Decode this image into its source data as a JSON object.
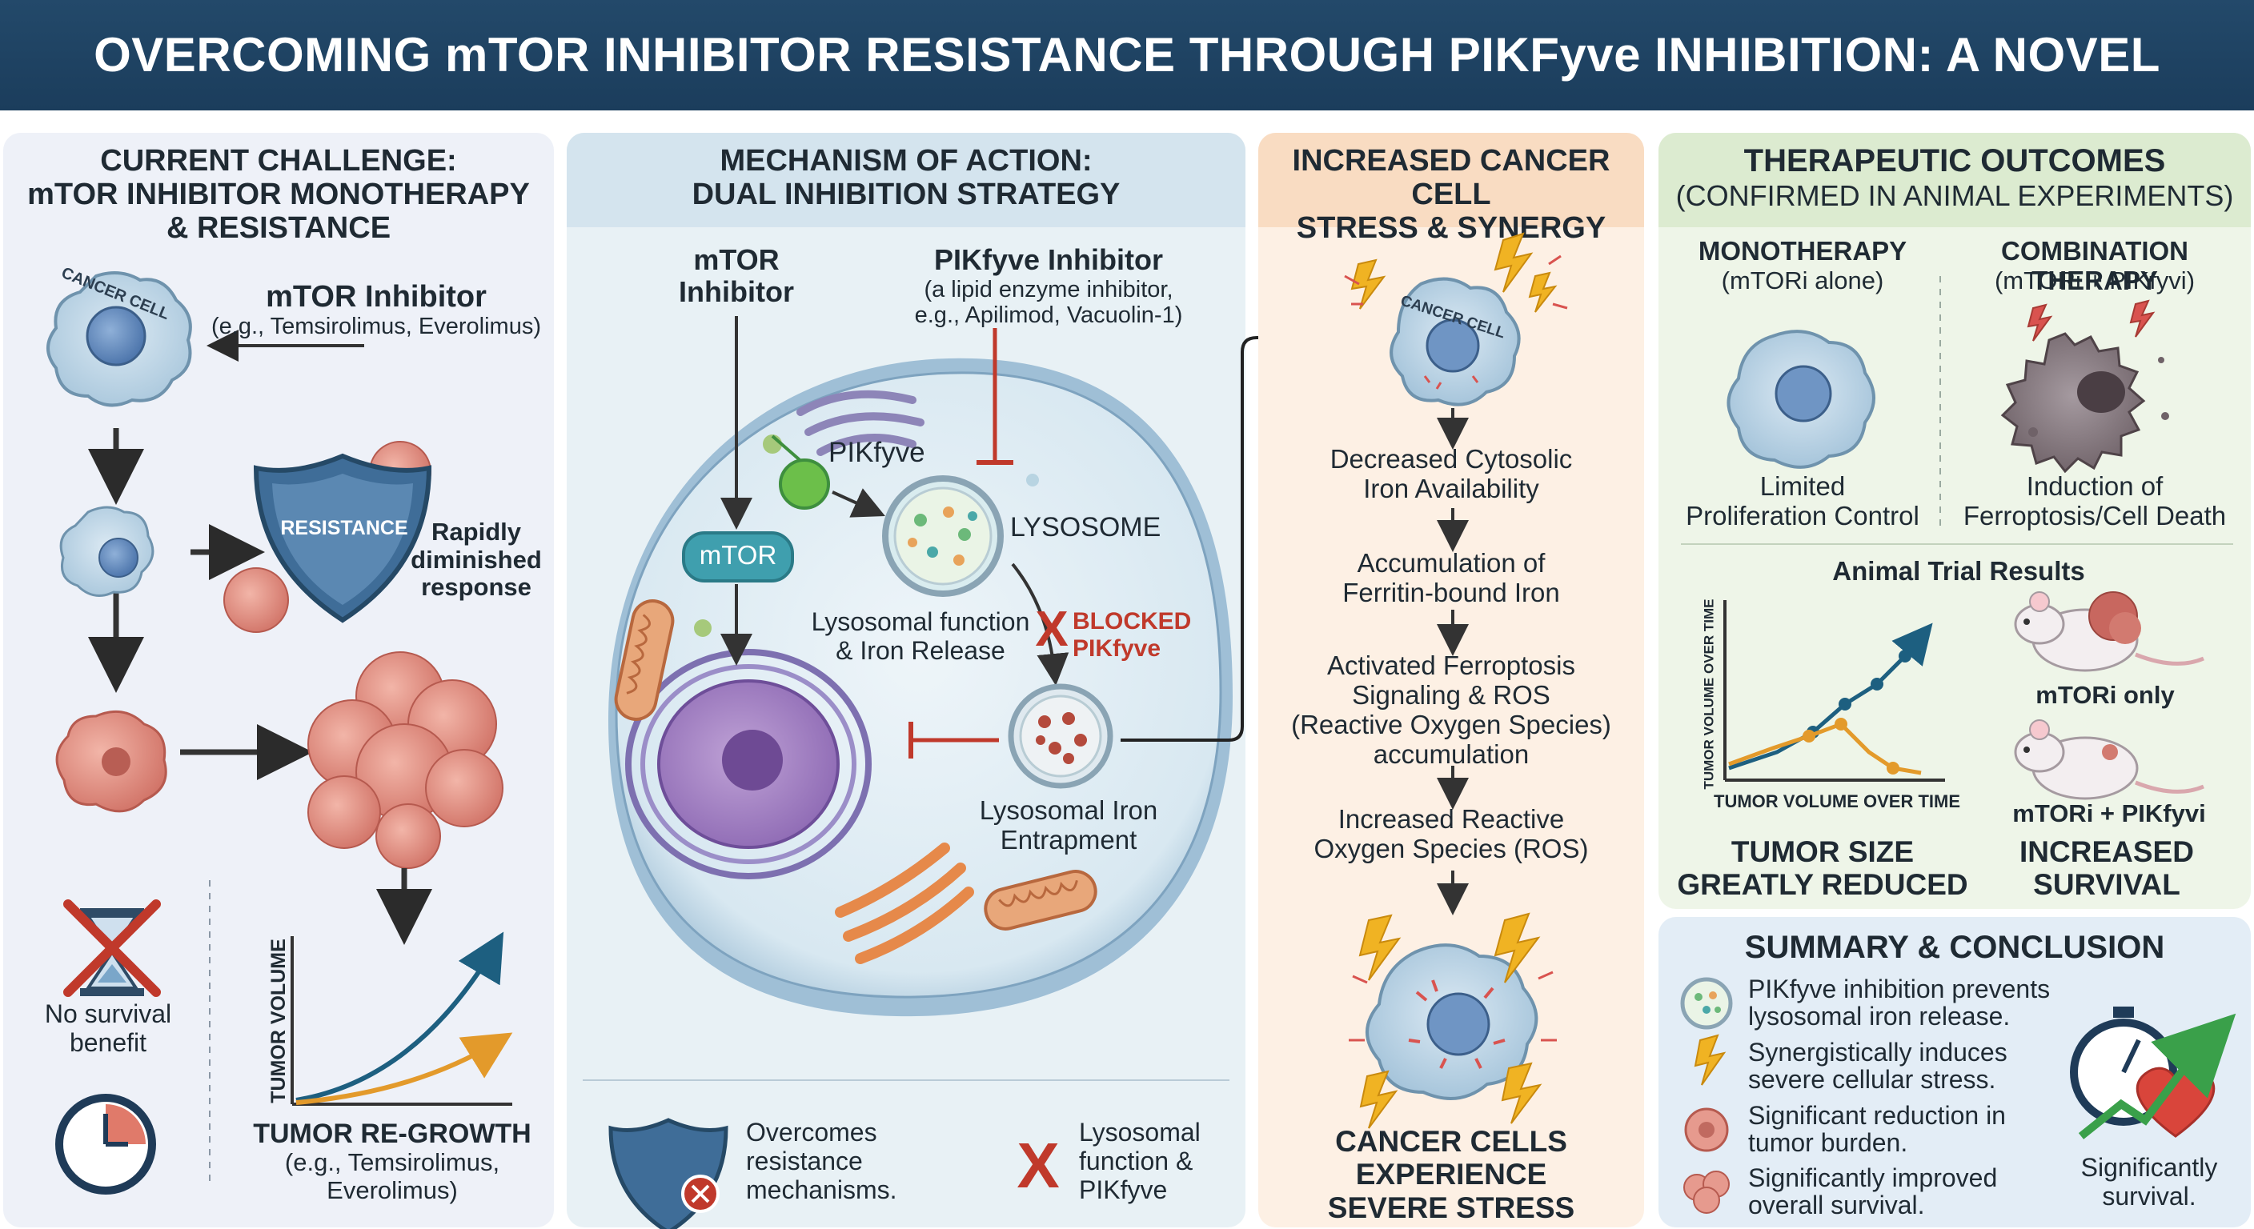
{
  "title": "OVERCOMING mTOR INHIBITOR RESISTANCE THROUGH PIKFyve INHIBITION: A NOVEL THERAPEUTIC STRATEGY",
  "colors": {
    "title_bg": "#1f4466",
    "panel1_bg": "#eef1f8",
    "panel2_bg": "#e8f1f5",
    "panel3_bg": "#fdf0e4",
    "panel4_bg": "#eef5e8",
    "panel5_bg": "#e3edf6",
    "arrow_red": "#c0392b",
    "line_blue": "#1d5f80",
    "line_orange": "#e39a2b"
  },
  "challenge": {
    "heading": [
      "CURRENT CHALLENGE:",
      "mTOR INHIBITOR MONOTHERAPY",
      "& RESISTANCE"
    ],
    "cell_label": "CANCER CELL",
    "inhibitor_name": "mTOR Inhibitor",
    "inhibitor_examples": "(e.g., Temsirolimus, Everolimus)",
    "shield_label": "RESISTANCE",
    "response_text": [
      "Rapidly",
      "diminished",
      "response"
    ],
    "no_benefit": [
      "No survival",
      "benefit"
    ],
    "chart_ylabel": "TUMOR VOLUME",
    "regrowth_title": "TUMOR RE-GROWTH",
    "regrowth_examples": [
      "(e.g., Temsirolimus,",
      "Everolimus)"
    ],
    "icons": [
      "cancer-cell-icon",
      "shield-icon",
      "hourglass-icon",
      "clock-icon"
    ]
  },
  "mechanism": {
    "heading": [
      "MECHANISM OF ACTION:",
      "DUAL INHIBITION STRATEGY"
    ],
    "mtor_inhibitor": [
      "mTOR",
      "Inhibitor"
    ],
    "pikfyve_inhibitor_title": "PIKfyve Inhibitor",
    "pikfyve_inhibitor_desc": [
      "(a lipid enzyme inhibitor,",
      "e.g., Apilimod, Vacuolin-1)"
    ],
    "pikfyve_label": "PIKfyve",
    "mtor_label": "mTOR",
    "lysosome_label": "LYSOSOME",
    "lysosomal_function": [
      "Lysosomal function",
      "& Iron Release"
    ],
    "blocked_mark": "X",
    "blocked_label": [
      "BLOCKED",
      "PIKfyve"
    ],
    "entrapment": [
      "Lysosomal Iron",
      "Entrapment"
    ],
    "footer_left": [
      "Overcomes",
      "resistance",
      "mechanisms."
    ],
    "footer_right_mark": "X",
    "footer_right": [
      "Lysosomal",
      "function &",
      "PIKfyve"
    ]
  },
  "stress": {
    "heading": [
      "INCREASED CANCER CELL",
      "STRESS & SYNERGY"
    ],
    "cell_label": "CANCER CELL",
    "steps": [
      [
        "Decreased Cytosolic",
        "Iron Availability"
      ],
      [
        "Accumulation of",
        "Ferritin-bound Iron"
      ],
      [
        "Activated Ferroptosis",
        "Signaling & ROS",
        "(Reactive Oxygen Species)",
        "accumulation"
      ],
      [
        "Increased Reactive",
        "Oxygen Species (ROS)"
      ]
    ],
    "final": [
      "CANCER CELLS",
      "EXPERIENCE",
      "SEVERE STRESS"
    ]
  },
  "outcomes": {
    "heading": "THERAPEUTIC OUTCOMES",
    "subheading": "(CONFIRMED IN ANIMAL EXPERIMENTS)",
    "mono_title": "MONOTHERAPY",
    "mono_sub": "(mTORi alone)",
    "mono_result": [
      "Limited",
      "Proliferation Control"
    ],
    "combo_title": "COMBINATION THERAPY",
    "combo_sub": "(mTORi + PIKfyvi)",
    "combo_result": [
      "Induction of",
      "Ferroptosis/Cell Death"
    ],
    "trial_title": "Animal Trial Results",
    "chart_ylabel": "TUMOR VOLUME OVER TIME",
    "chart_xlabel": "TUMOR VOLUME OVER TIME",
    "mouse1_label": "mTORi only",
    "mouse2_label": "mTORi + PIKfyvi",
    "tumor_result": [
      "TUMOR SIZE",
      "GREATLY REDUCED"
    ],
    "survival_result": [
      "INCREASED",
      "SURVIVAL"
    ]
  },
  "summary": {
    "heading": "SUMMARY & CONCLUSION",
    "items": [
      [
        "PIKfyve inhibition prevents",
        "lysosomal iron release."
      ],
      [
        "Synergistically induces",
        "severe cellular stress."
      ],
      [
        "Significant reduction in",
        "tumor burden."
      ],
      [
        "Significantly improved",
        "overall survival."
      ]
    ],
    "badge": [
      "Significantly",
      "survival."
    ]
  }
}
